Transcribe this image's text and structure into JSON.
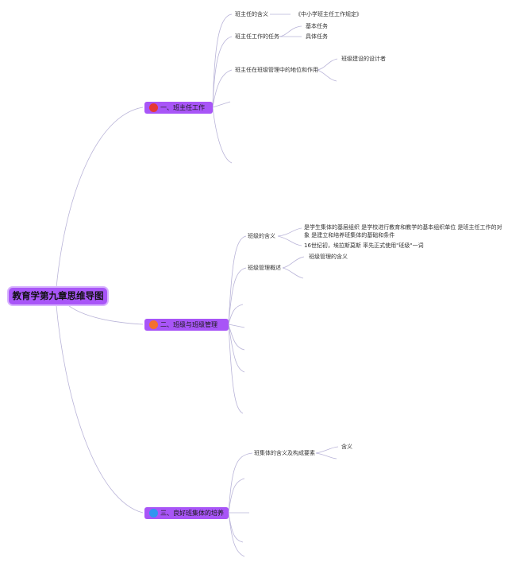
{
  "root": {
    "label": "教育学第九章思维导图"
  },
  "branches": [
    {
      "label": "一、班主任工作",
      "dot_color": "#e53935",
      "children": [
        {
          "label": "班主任的含义",
          "children": [
            {
              "label": "《中小学班主任工作规定》"
            }
          ]
        },
        {
          "label": "班主任工作的任务",
          "children": [
            {
              "label": "基本任务"
            },
            {
              "label": "具体任务"
            }
          ]
        },
        {
          "label": "班主任在班级管理中的地位和作用",
          "children": [
            {
              "label": "班级建设的设计者"
            }
          ]
        }
      ]
    },
    {
      "label": "二、班级与班级管理",
      "dot_color": "#f4702e",
      "children": [
        {
          "label": "班级的含义",
          "children": [
            {
              "label": "是学生集体的基层组织 是学校进行教育和教学的基本组织单位 是班主任工作的对象 是建立和培养班集体的基础和条件"
            },
            {
              "label": "16世纪初，埃拉斯莫斯 率先正式使用\"班级\"一词"
            }
          ]
        },
        {
          "label": "班级管理概述",
          "children": [
            {
              "label": "班级管理的含义"
            }
          ]
        }
      ]
    },
    {
      "label": "三、良好班集体的培养",
      "dot_color": "#2f95f0",
      "children": [
        {
          "label": "班集体的含义及构成要素",
          "children": [
            {
              "label": "含义"
            }
          ]
        }
      ]
    }
  ],
  "colors": {
    "accent": "#a855f7",
    "accent_glow": "#d8b4fe",
    "connector": "#b9b4d8"
  }
}
